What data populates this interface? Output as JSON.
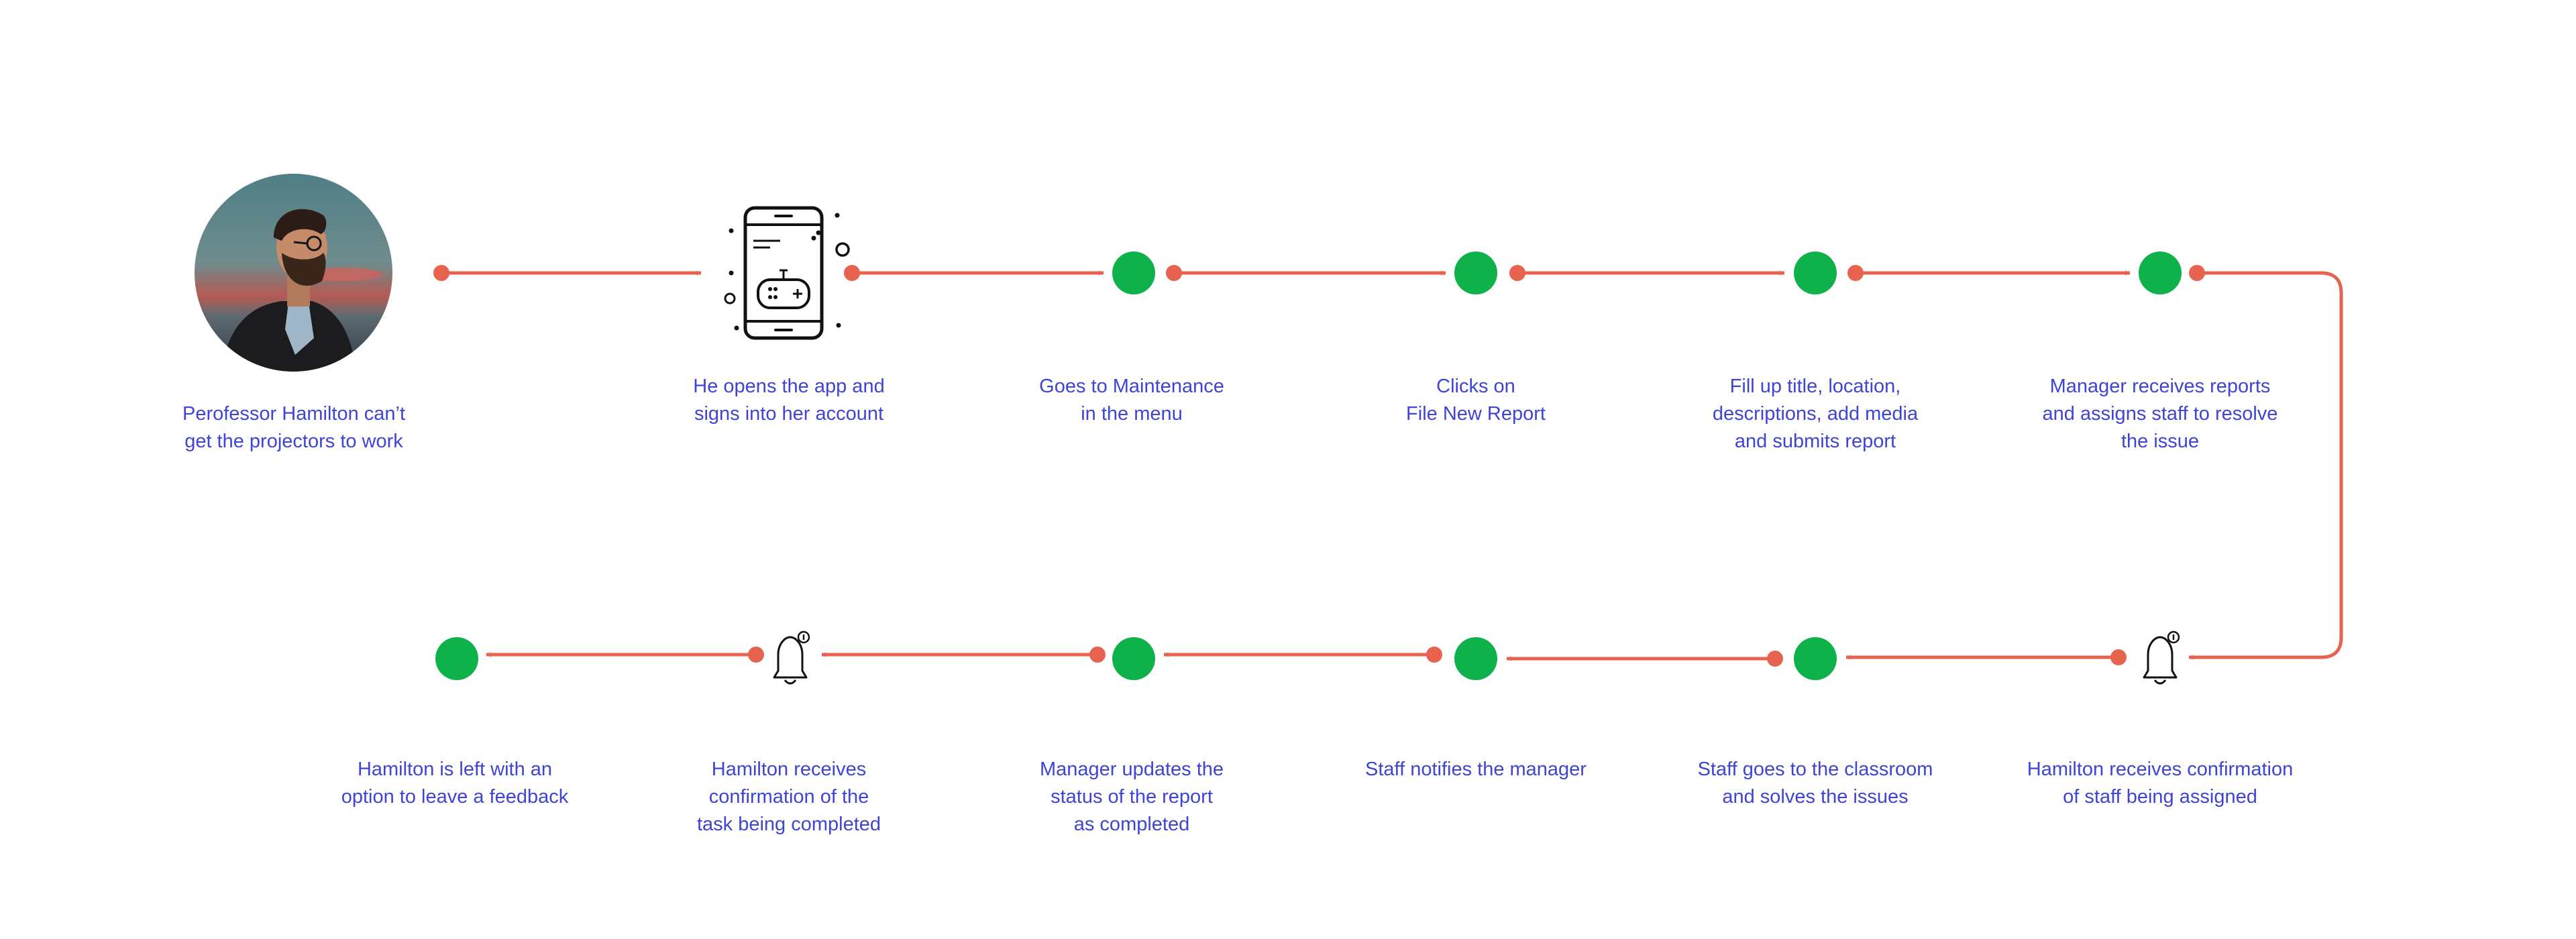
{
  "colors": {
    "connector": "#e8634f",
    "node": "#0fb14a",
    "text": "#3e44d6",
    "icon": "#111111"
  },
  "steps": [
    {
      "id": "start",
      "kind": "avatar",
      "icon": "person-avatar-icon",
      "label": "Perofessor Hamilton can’t\nget the projectors to work"
    },
    {
      "id": "open-app",
      "kind": "phone",
      "icon": "phone-app-icon",
      "label": "He opens the app and\nsigns into her account"
    },
    {
      "id": "maintenance",
      "kind": "dot",
      "label": "Goes to Maintenance\nin the menu"
    },
    {
      "id": "file-report",
      "kind": "dot",
      "label": "Clicks on\nFile New Report"
    },
    {
      "id": "fill-up",
      "kind": "dot",
      "label": "Fill up title, location,\ndescriptions, add media\nand submits report"
    },
    {
      "id": "manager-assigns",
      "kind": "dot",
      "label": "Manager receives reports\nand assigns staff to resolve\nthe issue"
    },
    {
      "id": "confirm-assigned",
      "kind": "bell",
      "icon": "bell-notification-icon",
      "label": "Hamilton receives confirmation\nof staff being assigned"
    },
    {
      "id": "staff-solves",
      "kind": "dot",
      "label": "Staff goes to the classroom\nand solves the issues"
    },
    {
      "id": "staff-notifies",
      "kind": "dot",
      "label": "Staff notifies the manager"
    },
    {
      "id": "manager-updates",
      "kind": "dot",
      "label": "Manager updates the\nstatus of the report\nas completed"
    },
    {
      "id": "confirm-completed",
      "kind": "bell",
      "icon": "bell-notification-icon",
      "label": "Hamilton receives\nconfirmation of the\ntask being completed"
    },
    {
      "id": "feedback",
      "kind": "dot",
      "label": "Hamilton is left with an\noption to leave a feedback"
    }
  ]
}
